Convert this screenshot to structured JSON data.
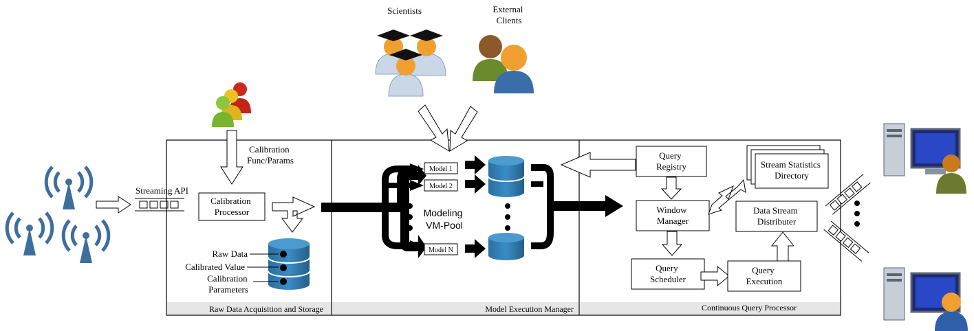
{
  "actors": {
    "scientists": "Scientists",
    "external_clients_line1": "External",
    "external_clients_line2": "Clients"
  },
  "left": {
    "streaming_api": "Streaming API"
  },
  "raw_section": {
    "calibration_func_line1": "Calibration",
    "calibration_func_line2": "Func/Params",
    "calibration_processor_line1": "Calibration",
    "calibration_processor_line2": "Processor",
    "raw_data": "Raw Data",
    "calibrated_value": "Calibrated Value",
    "calibration_parameters_line1": "Calibration",
    "calibration_parameters_line2": "Parameters",
    "footer": "Raw Data Acquisition and Storage"
  },
  "model_section": {
    "model_1": "Model 1",
    "model_2": "Model 2",
    "model_n": "Model N",
    "pool_line1": "Modeling",
    "pool_line2": "VM-Pool",
    "footer": "Model Execution Manager"
  },
  "query_section": {
    "query_registry_line1": "Query",
    "query_registry_line2": "Registry",
    "window_manager_line1": "Window",
    "window_manager_line2": "Manager",
    "query_scheduler_line1": "Query",
    "query_scheduler_line2": "Scheduler",
    "query_execution_line1": "Query",
    "query_execution_line2": "Execution",
    "stream_stats_line1": "Stream Statistics",
    "stream_stats_line2": "Directory",
    "distributer_line1": "Data Stream",
    "distributer_line2": "Distributer",
    "footer": "Continuous Query Processor"
  },
  "colors": {
    "wireless_blue": "#3d6e9e",
    "db_blue": "#2f7bb0",
    "footer_gray": "#e6e6e6"
  }
}
